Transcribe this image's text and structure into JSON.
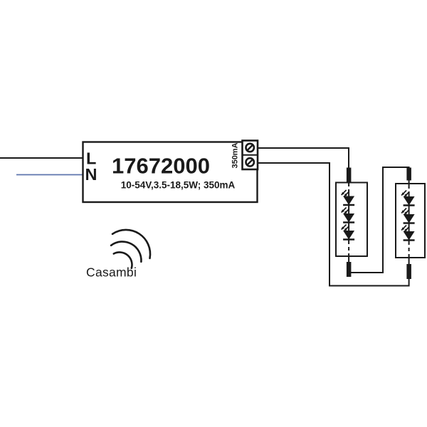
{
  "colors": {
    "ink": "#1a1a1a",
    "neutral_wire": "#5d74ad",
    "background": "#ffffff"
  },
  "driver": {
    "model": "17672000",
    "specs": "10-54V,3.5-18,5W; 350mA",
    "input_terminals": {
      "live": "L",
      "neutral": "N"
    },
    "output_label": "350mA"
  },
  "wireless": {
    "brand": "Casambi"
  },
  "led_modules": {
    "count": 2,
    "leds_per_module": 3
  }
}
